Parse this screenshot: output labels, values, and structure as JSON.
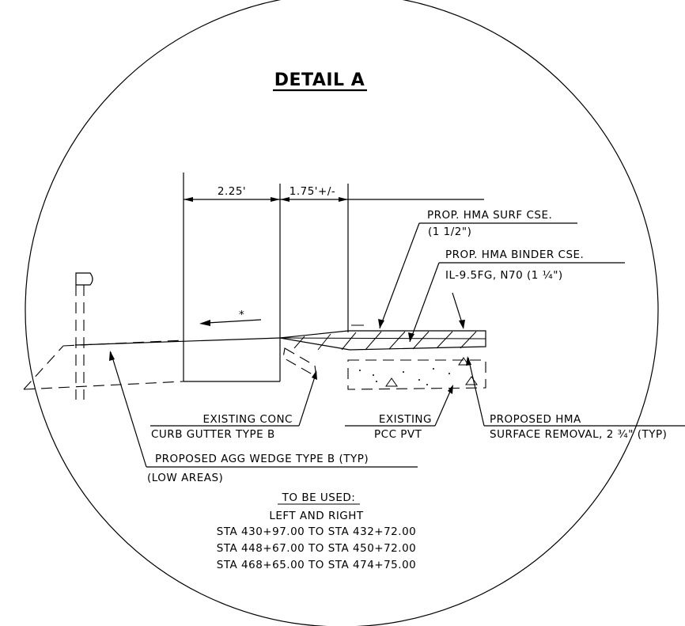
{
  "title": "DETAIL A",
  "dimensions": {
    "left": "2.25'",
    "right": "1.75'+/-"
  },
  "slope_mark": "*",
  "labels": {
    "surf_line1": "PROP. HMA SURF CSE.",
    "surf_line2": "(1 1/2\")",
    "binder_line1": "PROP. HMA BINDER CSE.",
    "binder_line2": "IL-9.5FG, N70 (1 ¼\")",
    "curb_line1": "EXISTING CONC",
    "curb_line2": "CURB GUTTER TYPE B",
    "pcc_line1": "EXISTING",
    "pcc_line2": "PCC PVT",
    "removal_line1": "PROPOSED HMA",
    "removal_line2": "SURFACE REMOVAL, 2 ¾\" (TYP)",
    "wedge_line1": "PROPOSED AGG WEDGE TYPE B (TYP)",
    "wedge_line2": "(LOW AREAS)"
  },
  "notes": {
    "heading": "TO BE USED:",
    "sub": "LEFT AND RIGHT",
    "lines": [
      "STA 430+97.00 TO STA 432+72.00",
      "STA 448+67.00 TO STA 450+72.00",
      "STA 468+65.00 TO STA 474+75.00"
    ]
  }
}
